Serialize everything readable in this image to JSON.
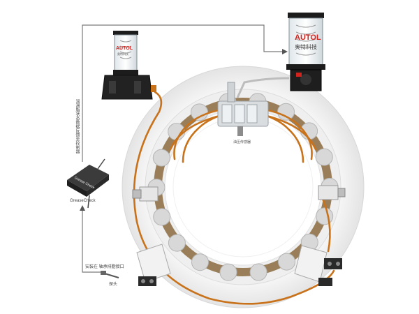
{
  "pump_small": {
    "brand": "AUTOL",
    "subtitle": "奥特科技"
  },
  "pump_large": {
    "brand": "AUTOL",
    "subtitle": "奥特科技"
  },
  "controller": {
    "device_text": "Grease Check",
    "caption": "GreaseCheck"
  },
  "labels": {
    "vertical_note": "润滑脂状态数据反馈至控制器",
    "pressure_sensor": "油压传感器",
    "install_note": "安装在 轴承排脂接口",
    "probe": "探头"
  },
  "colors": {
    "grease_line": "#c8731c",
    "signal_line": "#6f6f6f",
    "ring_light": "#f1f1f1",
    "ring_shadow": "#dcdcdc",
    "brand_red": "#d3231c"
  }
}
